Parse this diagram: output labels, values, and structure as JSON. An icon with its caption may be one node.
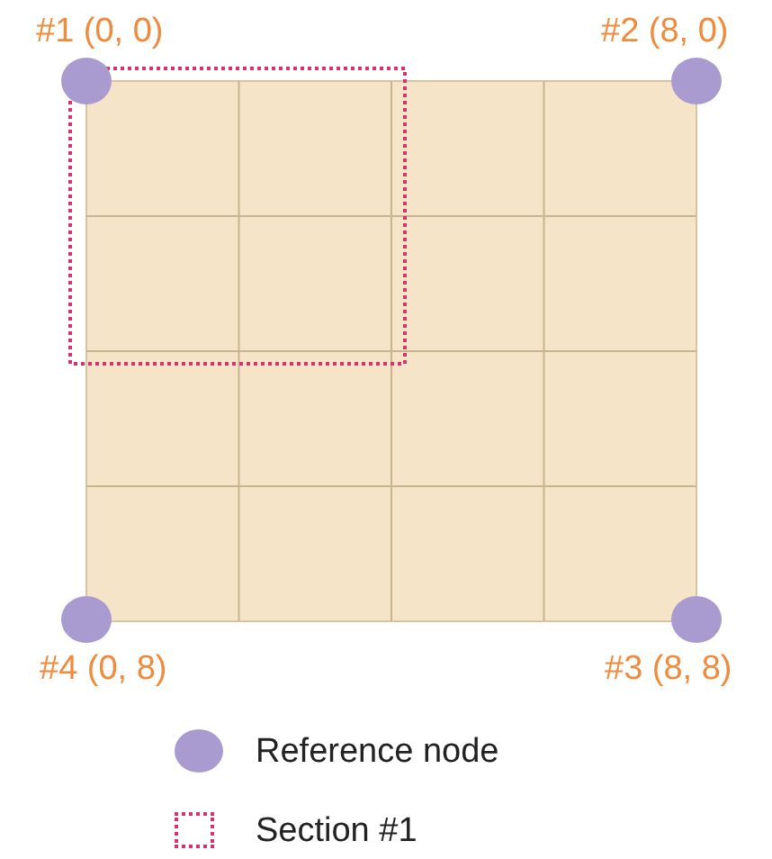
{
  "diagram": {
    "nodes": [
      {
        "text": [],
        "shape": "circle",
        "beside": [
          "#1 (0, 0)"
        ]
      },
      {
        "text": [],
        "shape": "circle",
        "beside": [
          "#2 (8, 0)"
        ]
      },
      {
        "text": [],
        "shape": "circle",
        "beside": [
          "#3 (8, 8)"
        ]
      },
      {
        "text": [],
        "shape": "circle",
        "beside": [
          "#4 (0, 8)"
        ]
      }
    ],
    "legend": [
      {
        "text": "Reference node",
        "color": "#a99bd0"
      },
      {
        "text": "Section #1"
      }
    ]
  }
}
